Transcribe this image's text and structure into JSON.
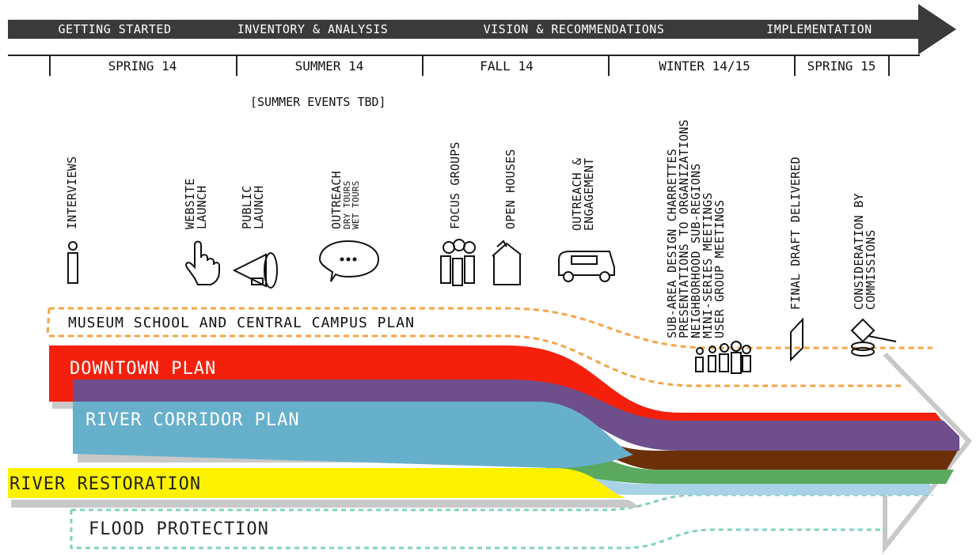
{
  "header": {
    "phases": [
      "GETTING STARTED",
      "INVENTORY & ANALYSIS",
      "VISION & RECOMMENDATIONS",
      "IMPLEMENTATION"
    ],
    "seasons": [
      "SPRING 14",
      "SUMMER 14",
      "FALL 14",
      "WINTER 14/15",
      "SPRING 15"
    ]
  },
  "note": "[SUMMER EVENTS TBD]",
  "events": {
    "interviews": "INTERVIEWS",
    "website_1": "WEBSITE",
    "website_2": "LAUNCH",
    "public_1": "PUBLIC",
    "public_2": "LAUNCH",
    "outreach_1": "OUTREACH",
    "outreach_2": "DRY TOURS",
    "outreach_3": "WET TOURS",
    "focus": "FOCUS GROUPS",
    "open": "OPEN HOUSES",
    "engage_1": "OUTREACH &",
    "engage_2": "ENGAGEMENT",
    "winter_1": "SUB-AREA DESIGN CHARRETTES",
    "winter_2": "PRESENTATIONS TO ORGANIZATIONS",
    "winter_3": "NEIGHBORHOOD SUB-REGIONS",
    "winter_4": "MINI-SERIES MEETINGS",
    "winter_5": "USER GROUP MEETINGS",
    "final": "FINAL DRAFT DELIVERED",
    "consider_1": "CONSIDERATION BY",
    "consider_2": "COMMISSIONS"
  },
  "plans": {
    "museum": "MUSEUM SCHOOL AND CENTRAL CAMPUS PLAN",
    "downtown": "DOWNTOWN PLAN",
    "river_corridor": "RIVER CORRIDOR PLAN",
    "river_restoration": "RIVER RESTORATION",
    "flood": "FLOOD PROTECTION"
  },
  "colors": {
    "header_arrow": "#3a3a3a",
    "museum_outline": "#f4a547",
    "downtown": "#f4200c",
    "purple": "#6e4f8c",
    "river_corridor": "#67b0cc",
    "brown": "#6b3008",
    "river_restoration": "#fff200",
    "green": "#5aa95e",
    "light_blue": "#a8d3e6",
    "flood_outline": "#7fd1c1",
    "shadow": "#c8c8c8"
  }
}
